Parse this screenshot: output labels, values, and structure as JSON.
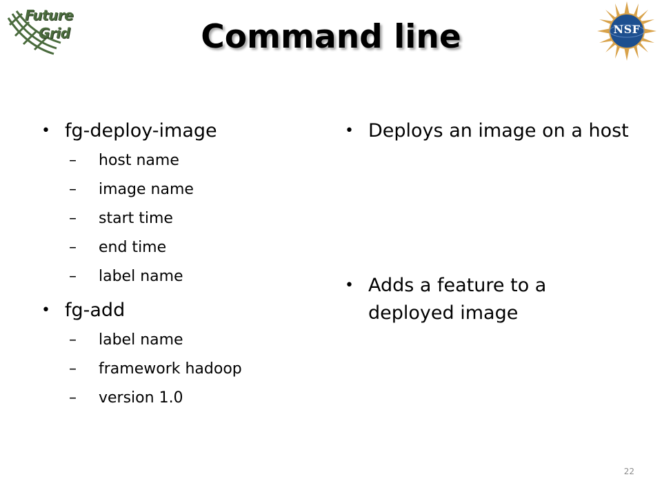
{
  "title": "Command line",
  "logos": {
    "futuregrid": {
      "line1": "Future",
      "line2": "Grid",
      "icon": "futuregrid-grid-icon"
    },
    "nsf": {
      "text": "NSF",
      "icon": "nsf-globe-icon"
    }
  },
  "left_column": [
    {
      "label": "fg-deploy-image",
      "subitems": [
        "host name",
        "image name",
        "start time",
        "end time",
        "label name"
      ]
    },
    {
      "label": "fg-add",
      "subitems": [
        "label name",
        "framework hadoop",
        "version 1.0"
      ]
    }
  ],
  "right_column": [
    "Deploys an image on a host",
    "Adds a feature to a deployed image"
  ],
  "bullet": "•",
  "dash": "–",
  "page_number": "22",
  "colors": {
    "futuregrid_green": "#4a6b3d",
    "nsf_blue": "#1d4f8f",
    "nsf_gold": "#d8a24a",
    "page_number": "#8c8c8c"
  }
}
